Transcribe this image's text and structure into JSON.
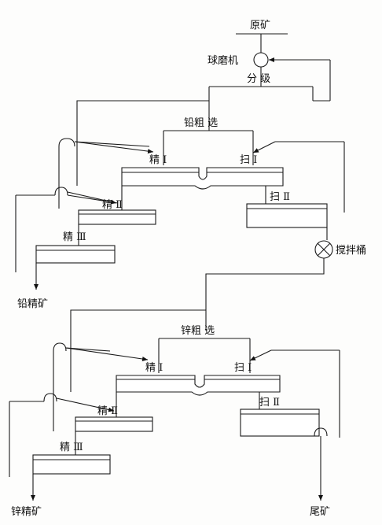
{
  "labels": {
    "raw_ore": "原矿",
    "ball_mill": "球磨机",
    "classification": "分 级",
    "pb_rougher": "铅粗 选",
    "pb_cleaner1": "精 Ⅰ",
    "pb_scav1": "扫 Ⅰ",
    "pb_scav2": "扫 Ⅱ",
    "pb_cleaner2": "精 Ⅱ",
    "pb_cleaner3": "精 Ⅲ",
    "pb_concentrate": "铅精矿",
    "agitator": "搅拌桶",
    "zn_rougher": "锌粗 选",
    "zn_cleaner1": "精 Ⅰ",
    "zn_scav1": "扫 Ⅰ",
    "zn_scav2": "扫 Ⅱ",
    "zn_cleaner2": "精 Ⅱ",
    "zn_cleaner3": "精 Ⅲ",
    "zn_concentrate": "锌精矿",
    "tailings": "尾矿"
  }
}
